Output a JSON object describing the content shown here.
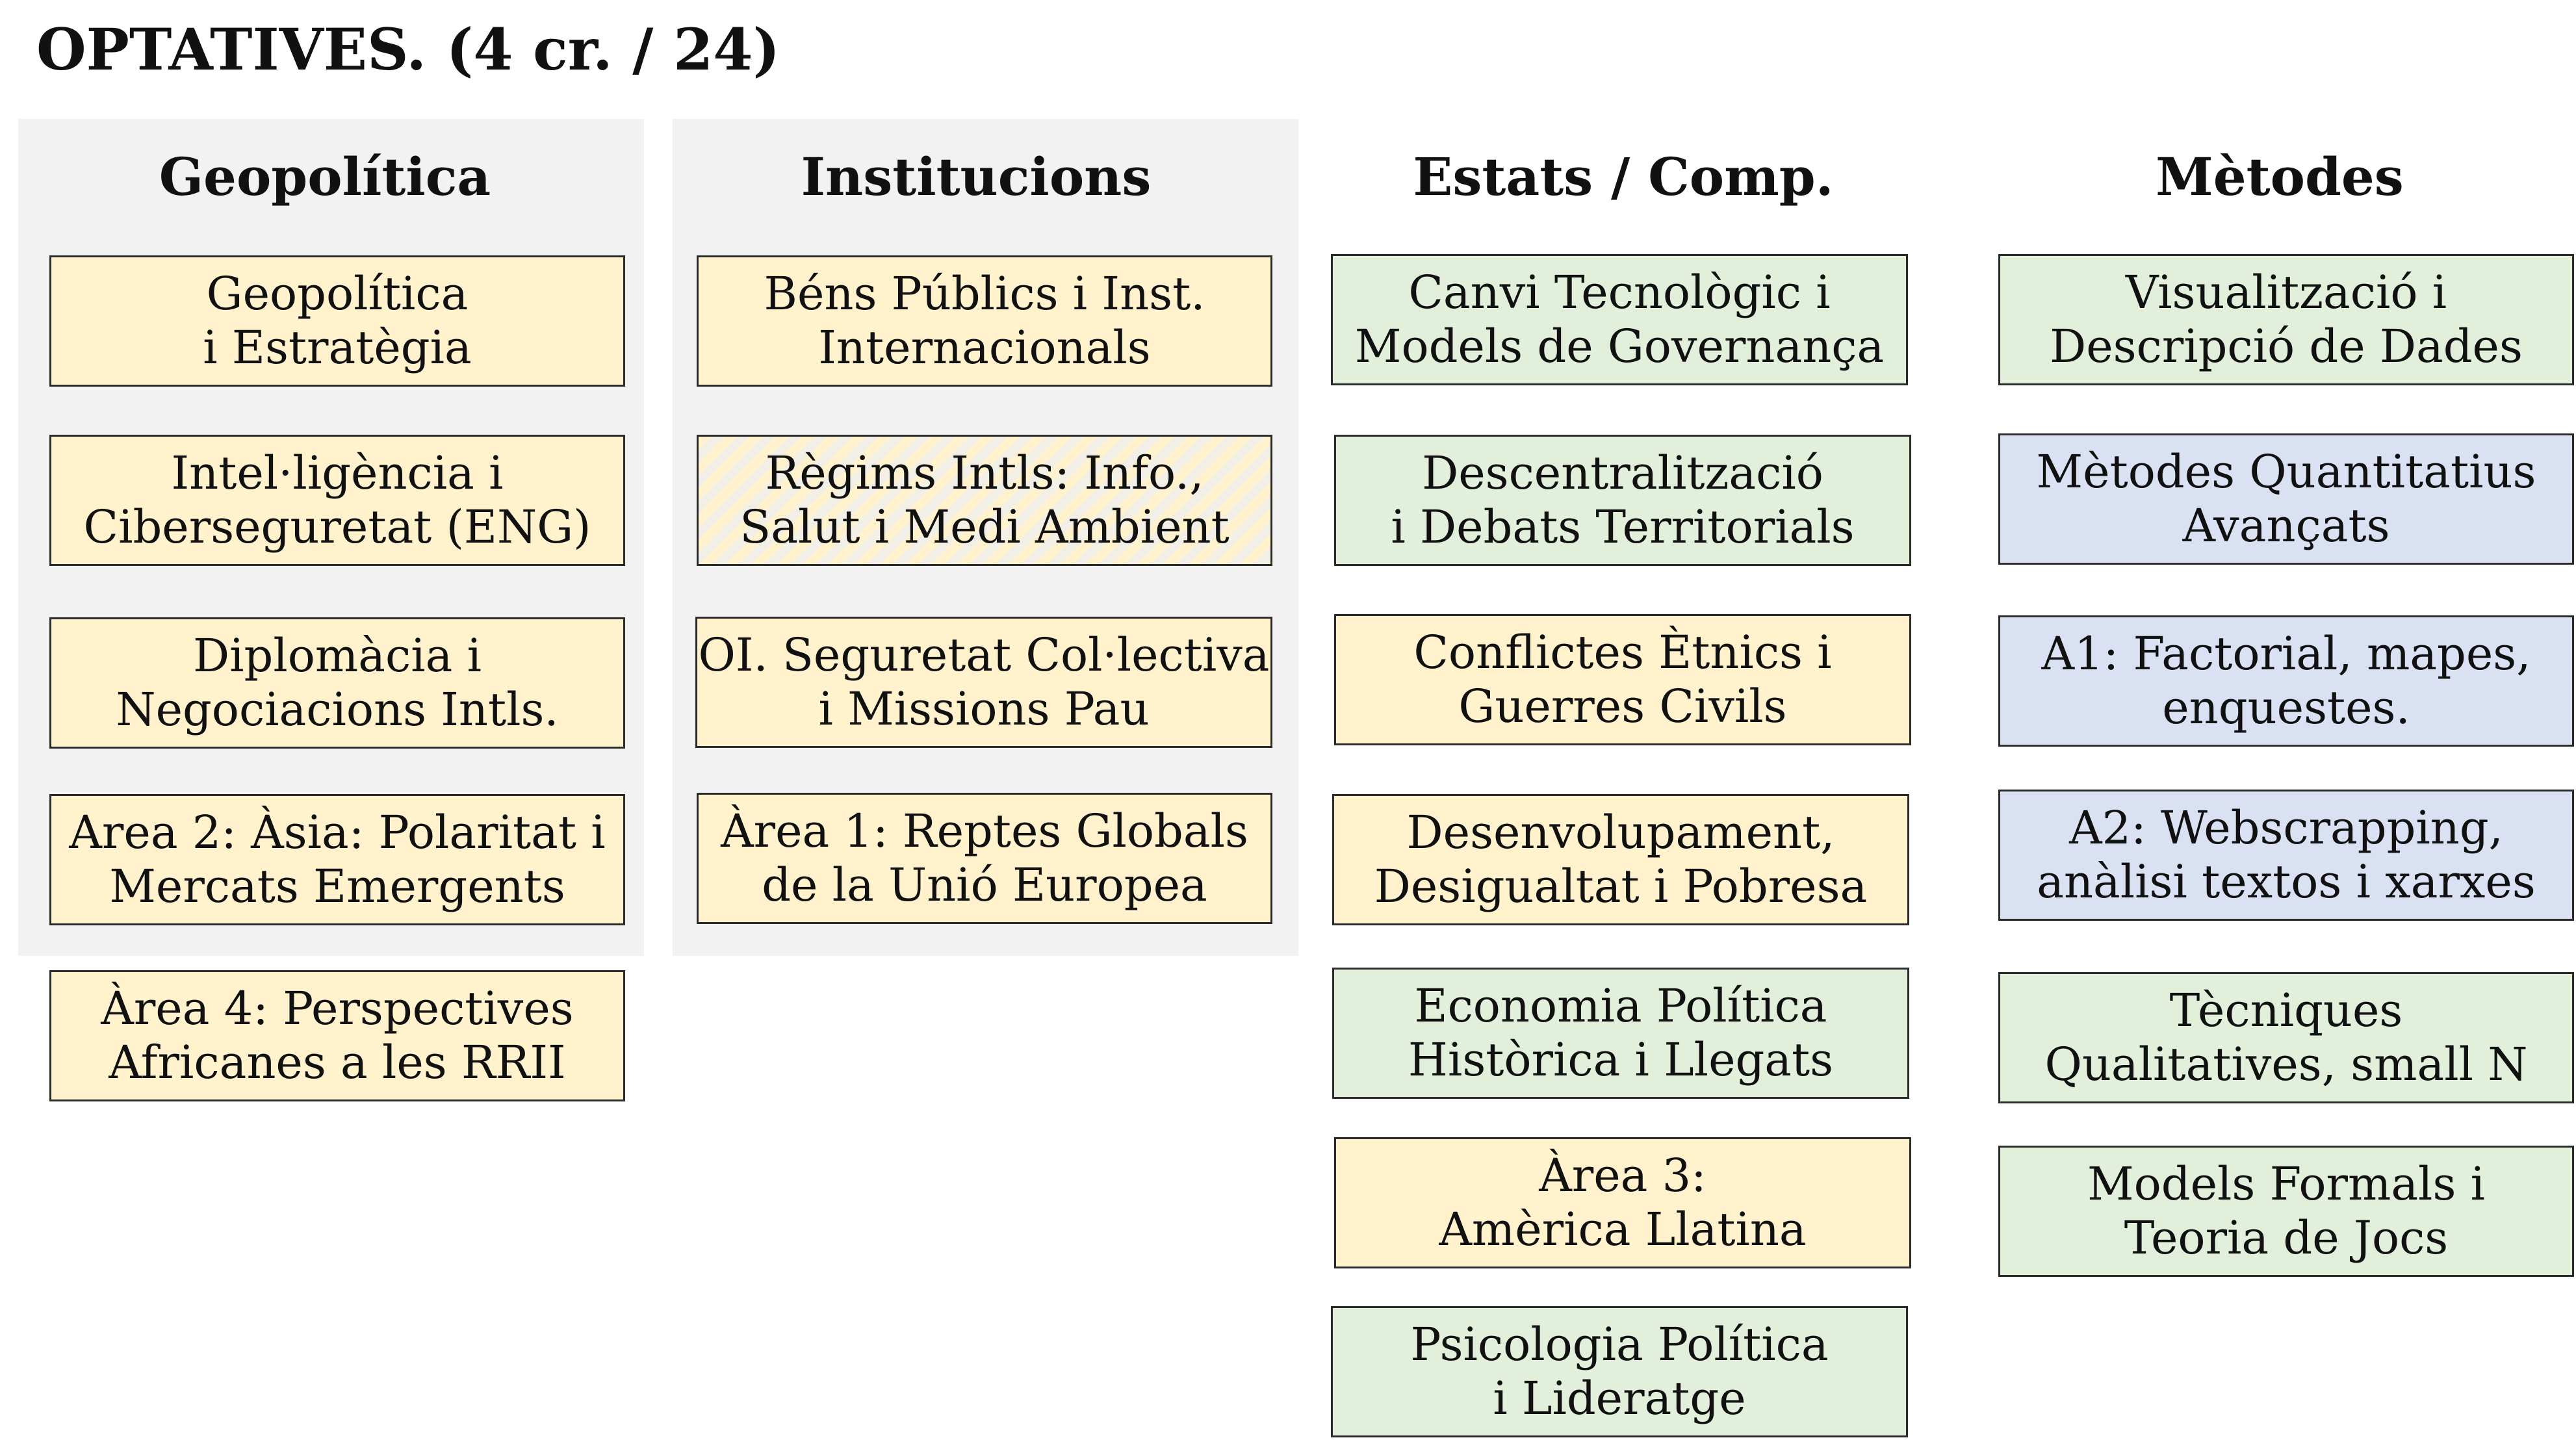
{
  "title": "OPTATIVES. (4 cr. / 24)",
  "colors": {
    "yellow": "#fff2cc",
    "green": "#e2efda",
    "blue": "#d9e1f2",
    "panel": "#f2f2f2"
  },
  "columns": [
    {
      "header": "Geopolítica",
      "items": [
        {
          "line1": "Geopolítica",
          "line2": "i Estratègia",
          "color": "yellow"
        },
        {
          "line1": "Intel·ligència i",
          "line2": "Ciberseguretat (ENG)",
          "color": "yellow"
        },
        {
          "line1": "Diplomàcia i",
          "line2": "Negociacions Intls.",
          "color": "yellow"
        },
        {
          "line1": "Area 2: Àsia: Polaritat i",
          "line2": "Mercats Emergents",
          "color": "yellow"
        },
        {
          "line1": "Àrea 4: Perspectives",
          "line2": "Africanes a les RRII",
          "color": "yellow"
        }
      ]
    },
    {
      "header": "Institucions",
      "items": [
        {
          "line1": "Béns Públics i Inst.",
          "line2": "Internacionals",
          "color": "yellow"
        },
        {
          "line1": "Règims Intls: Info.,",
          "line2": "Salut i Medi Ambient",
          "color": "striped"
        },
        {
          "line1": "OI. Seguretat Col·lectiva",
          "line2": "i Missions Pau",
          "color": "yellow"
        },
        {
          "line1": "Àrea 1: Reptes Globals",
          "line2": "de la Unió Europea",
          "color": "yellow"
        }
      ]
    },
    {
      "header": "Estats / Comp.",
      "items": [
        {
          "line1": "Canvi Tecnològic i",
          "line2": "Models de Governança",
          "color": "green"
        },
        {
          "line1": "Descentralització",
          "line2": "i Debats Territorials",
          "color": "green"
        },
        {
          "line1": "Conflictes Ètnics i",
          "line2": "Guerres Civils",
          "color": "yellow"
        },
        {
          "line1": "Desenvolupament,",
          "line2": "Desigualtat i Pobresa",
          "color": "yellow"
        },
        {
          "line1": "Economia Política",
          "line2": "Històrica i Llegats",
          "color": "green"
        },
        {
          "line1": "Àrea 3:",
          "line2": "Amèrica Llatina",
          "color": "yellow"
        },
        {
          "line1": "Psicologia Política",
          "line2": "i Lideratge",
          "color": "green"
        }
      ]
    },
    {
      "header": "Mètodes",
      "items": [
        {
          "line1": "Visualització i",
          "line2": "Descripció de Dades",
          "color": "green"
        },
        {
          "line1": "Mètodes Quantitatius",
          "line2": "Avançats",
          "color": "blue"
        },
        {
          "line1": "A1: Factorial, mapes,",
          "line2": "enquestes.",
          "color": "blue"
        },
        {
          "line1": "A2: Webscrapping,",
          "line2": "anàlisi textos i xarxes",
          "color": "blue"
        },
        {
          "line1": "Tècniques",
          "line2": "Qualitatives, small N",
          "color": "green"
        },
        {
          "line1": "Models Formals i",
          "line2": "Teoria de Jocs",
          "color": "green"
        }
      ]
    }
  ]
}
